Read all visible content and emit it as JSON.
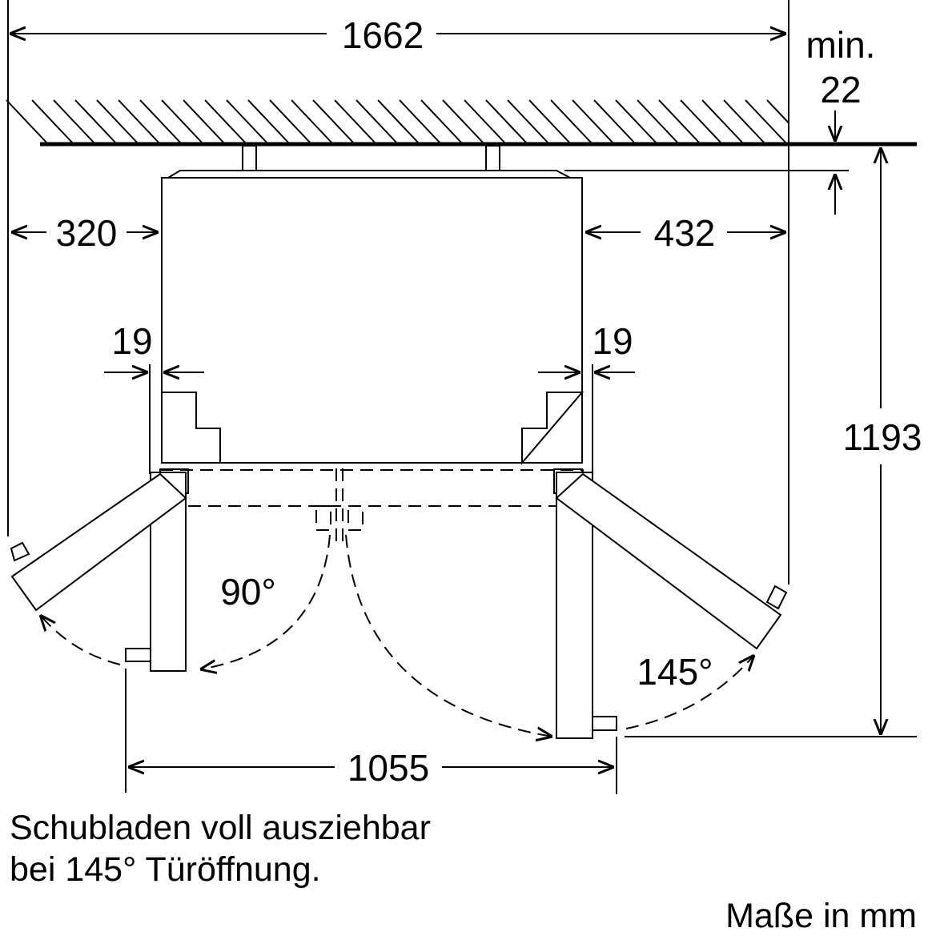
{
  "dimensions": {
    "total_width": "1662",
    "min_label": "min.",
    "min_gap": "22",
    "left_clearance": "320",
    "right_clearance": "432",
    "left_gap": "19",
    "right_gap": "19",
    "depth": "1193",
    "door_span": "1055"
  },
  "angles": {
    "small": "90°",
    "large": "145°"
  },
  "notes": {
    "line1": "Schubladen voll ausziehbar",
    "line2": "bei 145° Türöffnung.",
    "units": "Maße in mm"
  }
}
